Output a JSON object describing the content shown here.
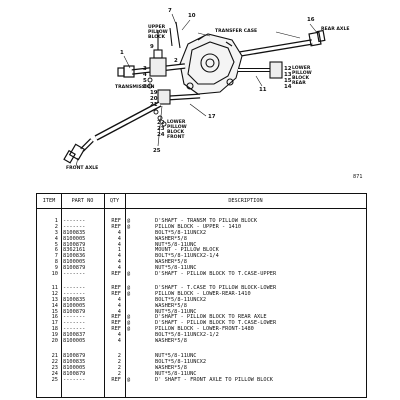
{
  "diagram": {
    "labels": {
      "upper_pillow_block": "UPPER\nPILLOW\nBLOCK",
      "transfer_case": "TRANSFER CASE",
      "rear_axle": "REAR AXLE",
      "lower_pillow_block_rear": "LOWER\nPILLOW\nBLOCK\nREAR",
      "transmission": "TRANSMISSION",
      "lower_pillow_block_front": "LOWER\nPILLOW\nBLOCK\nFRONT",
      "front_axle": "FRONT AXLE"
    },
    "callouts": {
      "c7": "7",
      "c10": "10",
      "c16": "16",
      "c11": "11",
      "c1": "1",
      "c3": "3",
      "c4": "4",
      "c2": "2",
      "c5": "5",
      "c19": "19",
      "c20": "20",
      "c21": "21",
      "c12": "12",
      "c13": "13",
      "c15": "15",
      "c14": "14",
      "c17": "17",
      "c22": "22",
      "c23": "23",
      "c24": "24",
      "c25": "25",
      "c9": "9",
      "c8": "8"
    },
    "figure_code": "871"
  },
  "table": {
    "headers": {
      "item": "ITEM",
      "part_no": "PART NO",
      "qty": "QTY",
      "description": "DESCRIPTION"
    },
    "group1": [
      {
        "item": "1",
        "part": "-------",
        "qty": "REF",
        "flag": "@",
        "desc": "D'SHAFT - TRANSM TO PILLOW BLOCK"
      },
      {
        "item": "2",
        "part": "-------",
        "qty": "REF",
        "flag": "@",
        "desc": "PILLOW BLOCK - UPPER - 1410"
      },
      {
        "item": "3",
        "part": "8100835",
        "qty": "4",
        "flag": "",
        "desc": "BOLT*5/8-11UNCX2"
      },
      {
        "item": "4",
        "part": "8100005",
        "qty": "4",
        "flag": "",
        "desc": "WASHER*5/8"
      },
      {
        "item": "5",
        "part": "8100879",
        "qty": "4",
        "flag": "",
        "desc": "NUT*5/8-11UNC"
      },
      {
        "item": "6",
        "part": "8362161",
        "qty": "1",
        "flag": "",
        "desc": "MOUNT - PILLOW BLOCK"
      },
      {
        "item": "7",
        "part": "8100836",
        "qty": "4",
        "flag": "",
        "desc": "BOLT*5/8-11UNCX2-1/4"
      },
      {
        "item": "8",
        "part": "8100005",
        "qty": "4",
        "flag": "",
        "desc": "WASHER*5/8"
      },
      {
        "item": "9",
        "part": "8100879",
        "qty": "4",
        "flag": "",
        "desc": "NUT*5/8-11UNC"
      },
      {
        "item": "10",
        "part": "-------",
        "qty": "REF",
        "flag": "@",
        "desc": "D'SHAFT - PILLOW BLOCK TO T.CASE-UPPER"
      }
    ],
    "group2": [
      {
        "item": "11",
        "part": "-------",
        "qty": "REF",
        "flag": "@",
        "desc": "D'SHAFT - T.CASE TO PILLOW BLOCK-LOWER"
      },
      {
        "item": "12",
        "part": "-------",
        "qty": "REF",
        "flag": "@",
        "desc": "PILLOW BLOCK - LOWER-REAR-1410"
      },
      {
        "item": "13",
        "part": "8100835",
        "qty": "4",
        "flag": "",
        "desc": "BOLT*5/8-11UNCX2"
      },
      {
        "item": "14",
        "part": "8100005",
        "qty": "4",
        "flag": "",
        "desc": "WASHER*5/8"
      },
      {
        "item": "15",
        "part": "8100879",
        "qty": "4",
        "flag": "",
        "desc": "NUT*5/8-11UNC"
      },
      {
        "item": "16",
        "part": "-------",
        "qty": "REF",
        "flag": "@",
        "desc": "D'SHAFT - PILLOW BLOCK TO REAR AXLE"
      },
      {
        "item": "17",
        "part": "-------",
        "qty": "REF",
        "flag": "@",
        "desc": "D'SHAFT - PILLOW BLOCK TO T.CASE-LOWER"
      },
      {
        "item": "18",
        "part": "-------",
        "qty": "REF",
        "flag": "@",
        "desc": "PILLOW BLOCK - LOWER-FRONT-1480"
      },
      {
        "item": "19",
        "part": "8100837",
        "qty": "4",
        "flag": "",
        "desc": "BOLT*5/8-11UNCX2-1/2"
      },
      {
        "item": "20",
        "part": "8100005",
        "qty": "4",
        "flag": "",
        "desc": "WASHER*5/8"
      }
    ],
    "group3": [
      {
        "item": "21",
        "part": "8100879",
        "qty": "2",
        "flag": "",
        "desc": "NUT*5/8-11UNC"
      },
      {
        "item": "22",
        "part": "8100835",
        "qty": "2",
        "flag": "",
        "desc": "BOLT*5/8-11UNCX2"
      },
      {
        "item": "23",
        "part": "8100005",
        "qty": "2",
        "flag": "",
        "desc": "WASHER*5/8"
      },
      {
        "item": "24",
        "part": "8100879",
        "qty": "2",
        "flag": "",
        "desc": "NUT*5/8-11UNC"
      },
      {
        "item": "25",
        "part": "-------",
        "qty": "REF",
        "flag": "@",
        "desc": "D' SHAFT - FRONT AXLE TO PILLOW BLOCK"
      }
    ]
  }
}
